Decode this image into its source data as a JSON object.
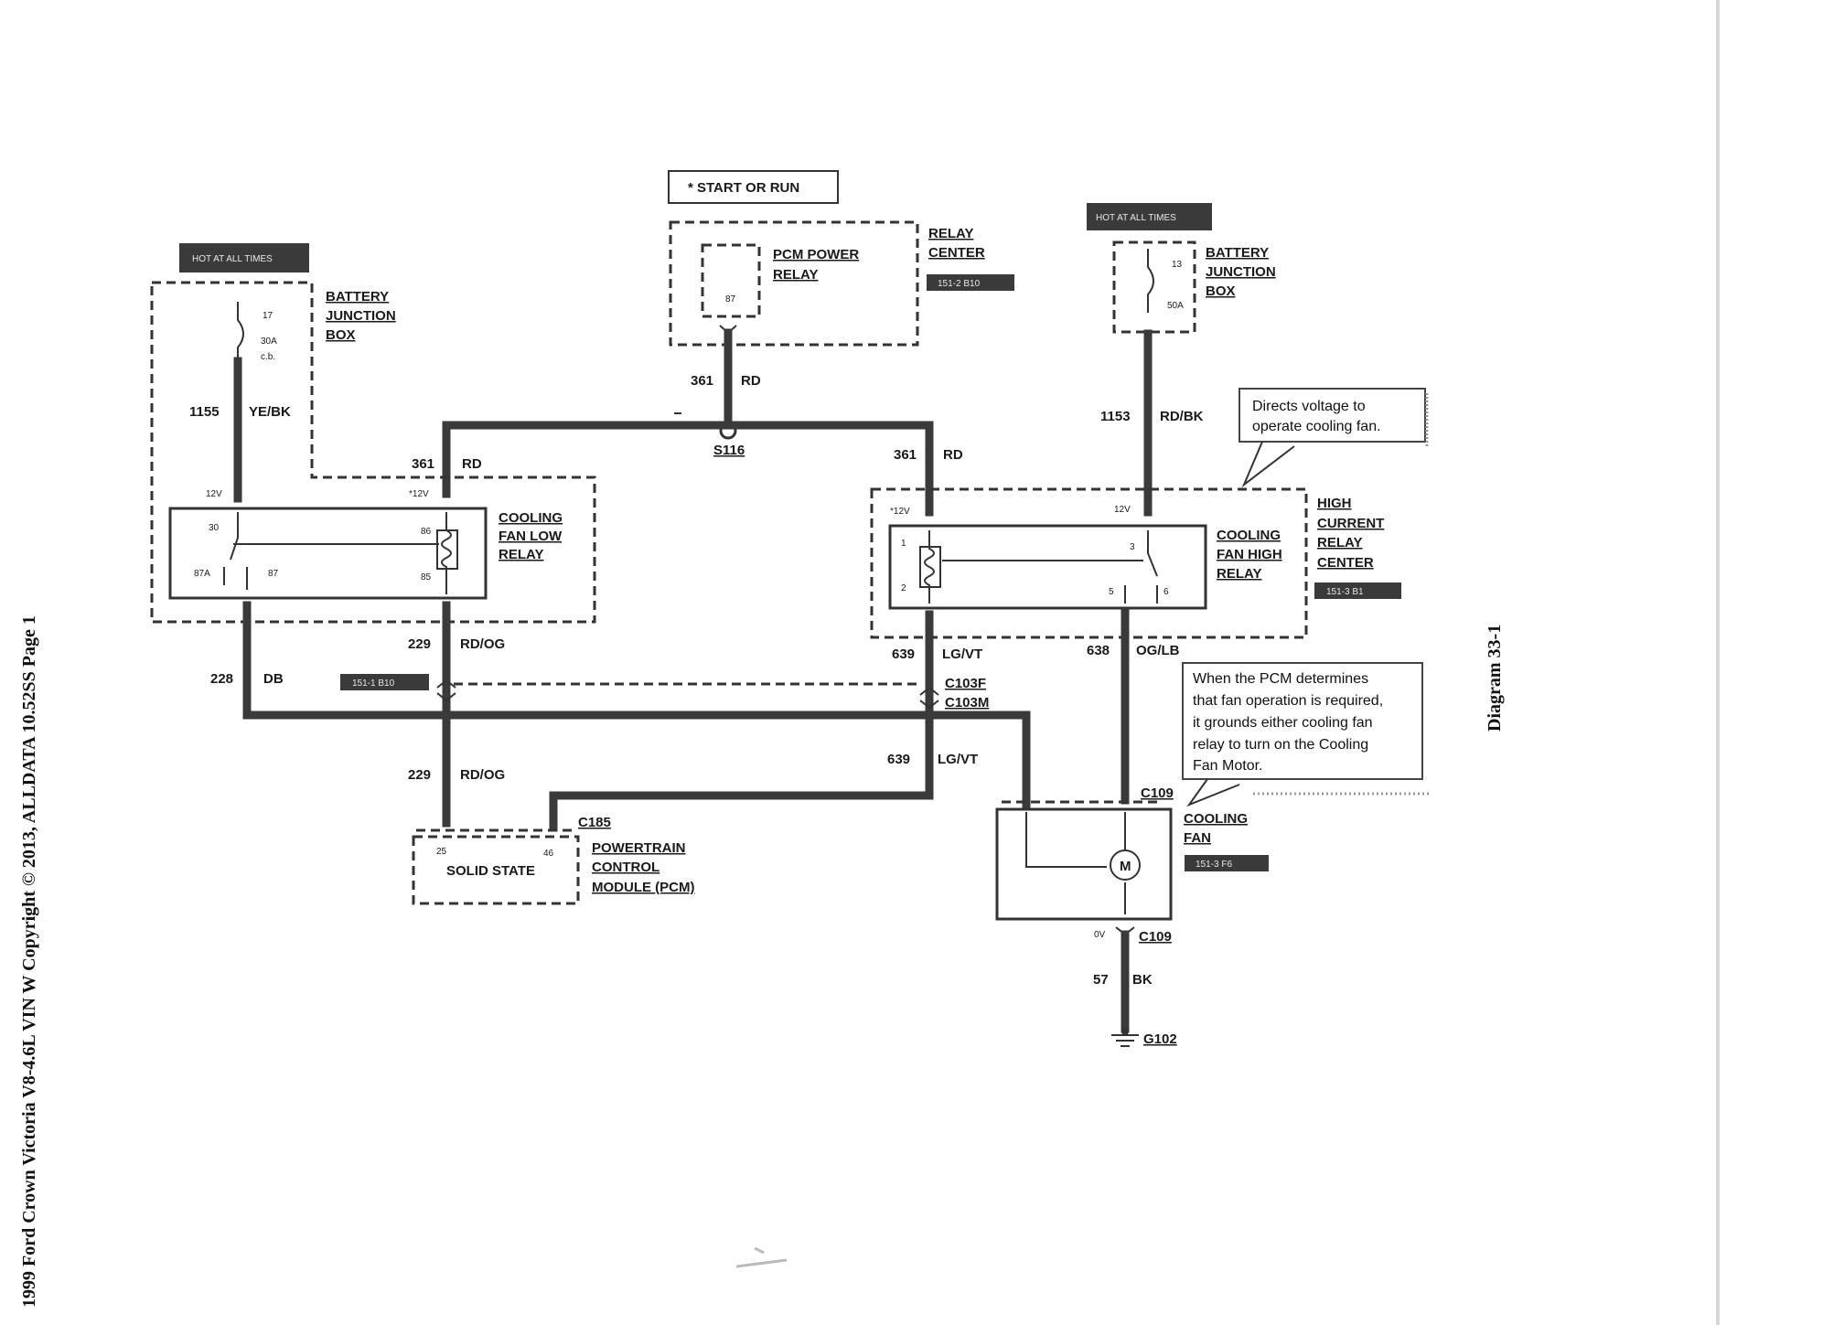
{
  "side_text": {
    "left": "1999 Ford Crown Victoria V8-4.6L VIN W     Copyright © 2013, ALLDATA     10.52SS     Page 1",
    "right": "Diagram 33-1"
  },
  "labels": {
    "start_or_run": "* START OR RUN",
    "hot_left": "HOT AT ALL TIMES",
    "hot_right": "HOT AT ALL TIMES",
    "relay_center": [
      "RELAY",
      "CENTER"
    ],
    "relay_center_ref": "151-2 B10",
    "pcm_power_relay": [
      "PCM POWER",
      "RELAY"
    ],
    "pin_87_pcm": "87",
    "bjb_left": [
      "BATTERY",
      "JUNCTION",
      "BOX"
    ],
    "fuse17": "17",
    "fuse17_rating": [
      "30A",
      "c.b."
    ],
    "bjb_right": [
      "BATTERY",
      "JUNCTION",
      "BOX"
    ],
    "fuse13": "13",
    "fuse13_rating": "50A",
    "w1155": "1155",
    "c1155": "YE/BK",
    "w361a": "361",
    "c361a": "RD",
    "w361b": "361",
    "c361b": "RD",
    "w361c": "361",
    "c361c": "RD",
    "s116": "S116",
    "w1153": "1153",
    "c1153": "RD/BK",
    "note1": [
      "Directs voltage to",
      "operate cooling fan."
    ],
    "v12_left": "12V",
    "v12_star_left": "*12V",
    "v12_star_right": "*12V",
    "v12_right": "12V",
    "low_relay": [
      "COOLING",
      "FAN LOW",
      "RELAY"
    ],
    "high_relay": [
      "COOLING",
      "FAN HIGH",
      "RELAY"
    ],
    "hcrc": [
      "HIGH",
      "CURRENT",
      "RELAY",
      "CENTER"
    ],
    "hcrc_ref": "151-3 B1",
    "pins_low": [
      "30",
      "87A",
      "87",
      "86",
      "85"
    ],
    "pins_high": [
      "1",
      "2",
      "3",
      "5",
      "6"
    ],
    "w228": "228",
    "c228": "DB",
    "w229a": "229",
    "c229a": "RD/OG",
    "ref_151_1": "151-1 B10",
    "w639a": "639",
    "c639a": "LG/VT",
    "c103": [
      "C103F",
      "C103M"
    ],
    "w638": "638",
    "c638": "OG/LB",
    "note2": [
      "When the PCM determines",
      "that fan operation is required,",
      "it grounds either cooling fan",
      "relay to turn on the Cooling",
      "Fan Motor."
    ],
    "w229b": "229",
    "c229b": "RD/OG",
    "w639b": "639",
    "c639b": "LG/VT",
    "c109a": "C109",
    "cooling_fan": [
      "COOLING",
      "FAN"
    ],
    "cooling_fan_ref": "151-3 F6",
    "c185": "C185",
    "pcm_pins": [
      "25",
      "46"
    ],
    "solid_state": "SOLID STATE",
    "pcm": [
      "POWERTRAIN",
      "CONTROL",
      "MODULE (PCM)"
    ],
    "motor": "M",
    "v0": "0V",
    "c109b": "C109",
    "w57": "57",
    "c57": "BK",
    "g102": "G102"
  }
}
